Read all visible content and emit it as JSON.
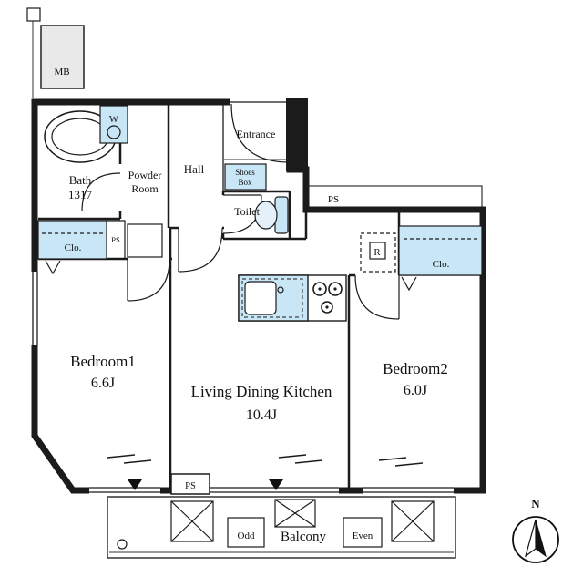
{
  "colors": {
    "wall": "#1b1b1b",
    "fixture_blue": "#c9e6f6",
    "meter_gray": "#e9e9e9"
  },
  "rooms": {
    "bedroom1": {
      "name": "Bedroom1",
      "size": "6.6J"
    },
    "ldk": {
      "name": "Living Dining Kitchen",
      "size": "10.4J"
    },
    "bedroom2": {
      "name": "Bedroom2",
      "size": "6.0J"
    },
    "bath": {
      "name": "Bath",
      "size": "1317"
    },
    "powder": {
      "line1": "Powder",
      "line2": "Room"
    },
    "hall": {
      "name": "Hall"
    },
    "entrance": {
      "name": "Entrance"
    },
    "toilet": {
      "name": "Toilet"
    },
    "balcony": {
      "name": "Balcony"
    }
  },
  "fixtures": {
    "meter_box": "MB",
    "washer": "W",
    "shoes_box_line1": "Shoes",
    "shoes_box_line2": "Box",
    "closet_left": "Clo.",
    "closet_right": "Clo.",
    "fridge": "R",
    "ps_top": "PS",
    "ps_left": "PS",
    "ps_bottom": "PS",
    "hatch_odd": "Odd",
    "hatch_even": "Even"
  },
  "compass": {
    "north": "N"
  }
}
